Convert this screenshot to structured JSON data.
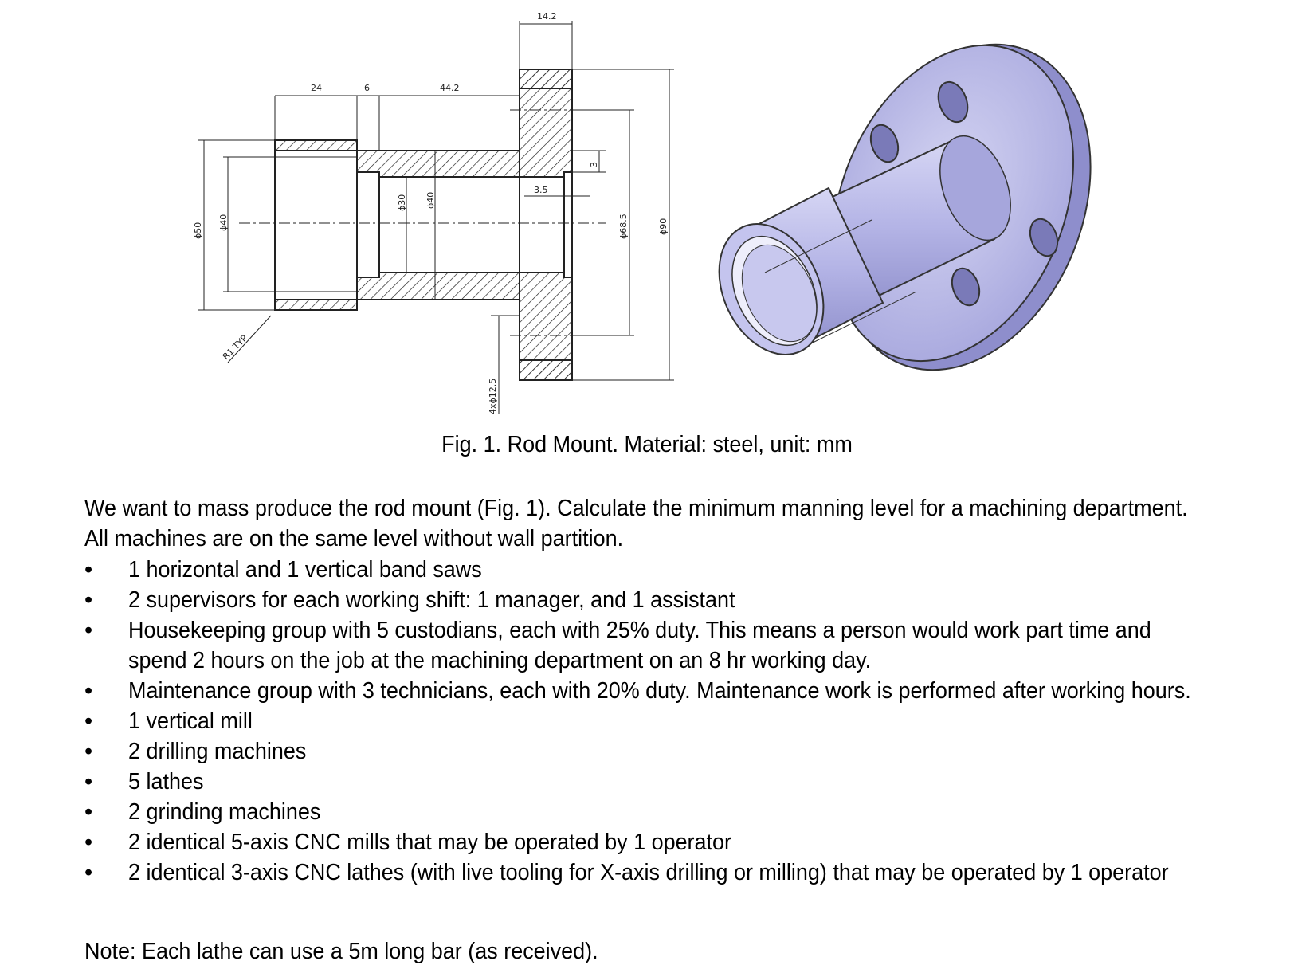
{
  "figure": {
    "dimensions": {
      "d_top": "14.2",
      "d_24": "24",
      "d_6": "6",
      "d_44_2": "44.2",
      "d_phi50": "ɸ50",
      "d_phi40_left": "ɸ40",
      "d_phi30": "ɸ30",
      "d_phi40_mid": "ɸ40",
      "d_3_5": "3.5",
      "d_3": "3",
      "d_phi68_5": "ɸ68.5",
      "d_phi90": "ɸ90",
      "d_r1": "R1 TYP",
      "d_holes": "4xɸ12.5"
    },
    "caption": "Fig. 1. Rod Mount. Material: steel, unit: mm",
    "colors": {
      "part_fill": "#b6b6e8",
      "part_dark": "#8c8cc8",
      "part_light": "#d8d8f4",
      "line": "#222222"
    }
  },
  "text": {
    "intro_line1": "We want to mass produce the rod mount (Fig. 1). Calculate the minimum manning level for a machining department.",
    "intro_line2": "All machines are on the same level without wall partition.",
    "bullet_symbol": "•",
    "bullets": [
      [
        "1 horizontal and 1 vertical band saws"
      ],
      [
        "2 supervisors for each working shift: 1 manager, and 1 assistant"
      ],
      [
        "Housekeeping group with 5 custodians, each with 25% duty. This means a person would work part time and",
        "spend 2 hours on the job at the machining department on an 8 hr working day."
      ],
      [
        "Maintenance group with 3 technicians, each with 20% duty. Maintenance work is performed after working hours."
      ],
      [
        "1 vertical mill"
      ],
      [
        "2 drilling machines"
      ],
      [
        "5 lathes"
      ],
      [
        "2 grinding machines"
      ],
      [
        "2 identical 5-axis CNC mills that may be operated by 1 operator"
      ],
      [
        "2 identical 3-axis CNC lathes (with live tooling for X-axis drilling or milling) that may be operated by 1 operator"
      ]
    ],
    "note": "Note: Each lathe can use a 5m long bar (as received)."
  }
}
